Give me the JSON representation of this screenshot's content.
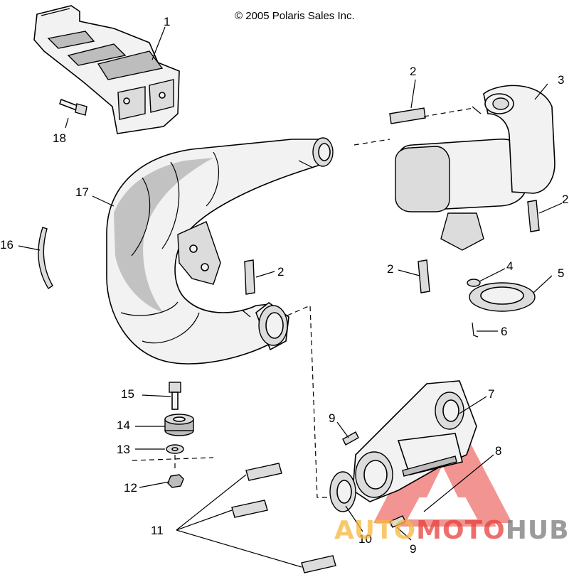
{
  "copyright": "© 2005 Polaris Sales Inc.",
  "callouts": {
    "c1": "1",
    "c2a": "2",
    "c2b": "2",
    "c2c": "2",
    "c2d": "2",
    "c3": "3",
    "c4": "4",
    "c5": "5",
    "c6": "6",
    "c7": "7",
    "c8": "8",
    "c9a": "9",
    "c9b": "9",
    "c10": "10",
    "c11": "11",
    "c12": "12",
    "c13": "13",
    "c14": "14",
    "c15": "15",
    "c16": "16",
    "c17": "17",
    "c18": "18"
  },
  "watermark": {
    "part1": "AUTO",
    "part2": "MOTO",
    "part3": "HUB",
    "color_red": "#e8403a",
    "color_yellow": "#f6b73c",
    "color_gray": "#7a7a7a"
  }
}
